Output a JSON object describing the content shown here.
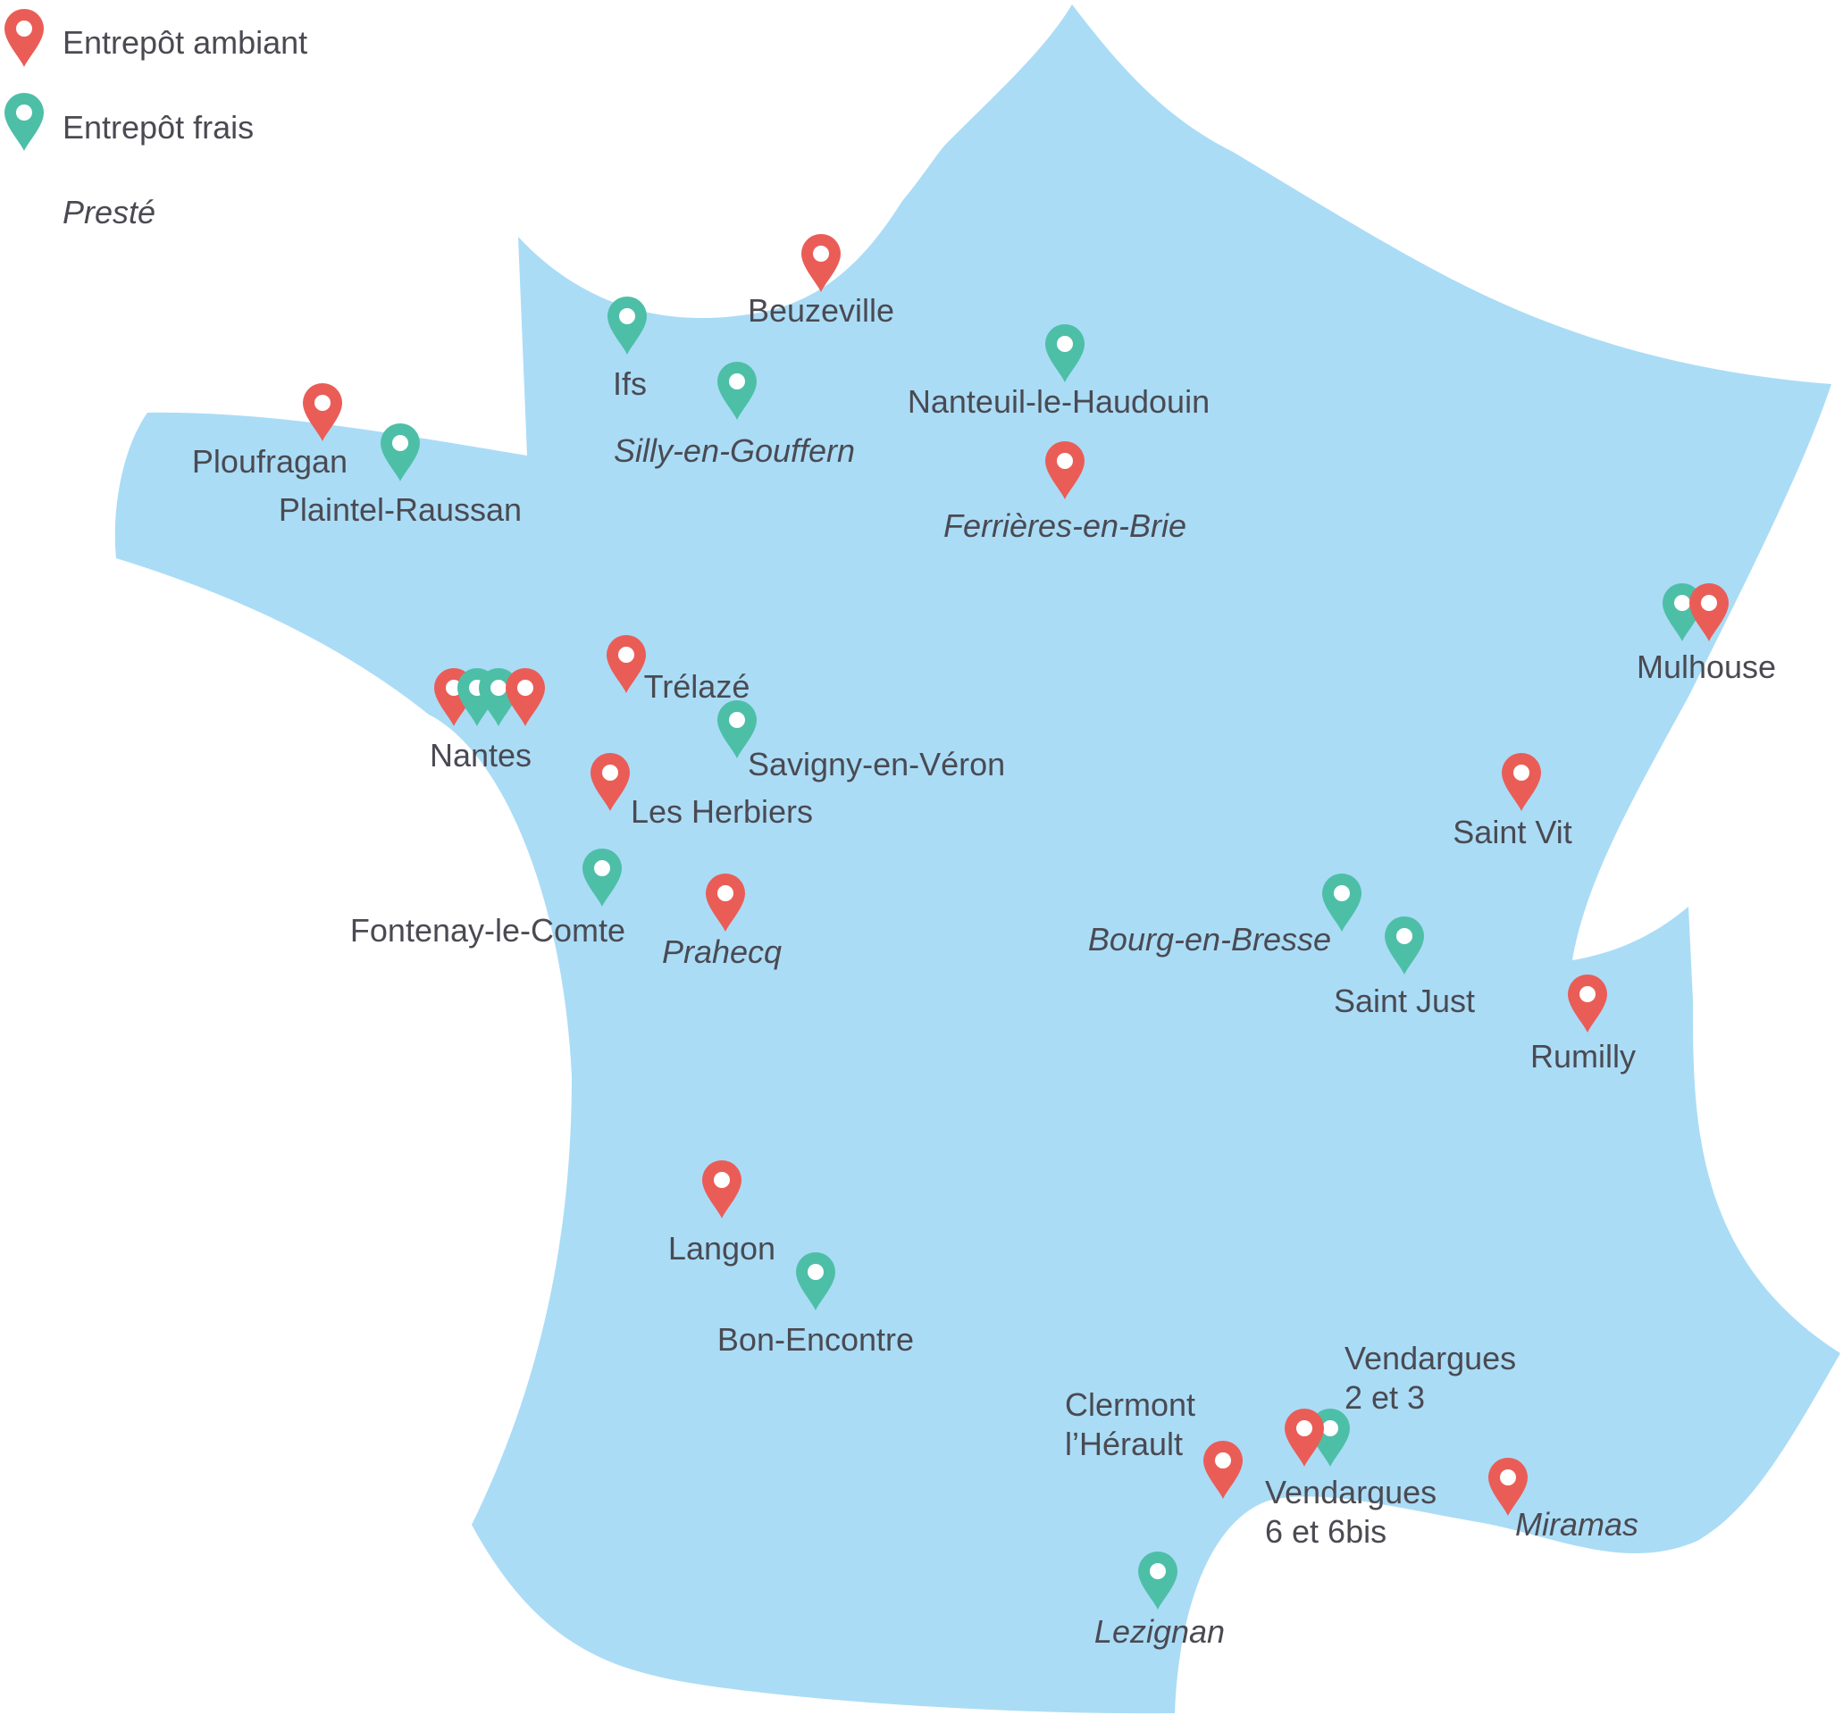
{
  "colors": {
    "land": "#aadcf6",
    "ambient": "#ea5d57",
    "fresh": "#4dbfa7",
    "text": "#4a4a52"
  },
  "legend": {
    "ambient_label": "Entrepôt ambiant",
    "fresh_label": "Entrepôt frais",
    "preste_label": "Presté"
  },
  "locations": [
    {
      "id": "beuzeville",
      "name": "Beuzeville",
      "type": "ambient",
      "preste": false
    },
    {
      "id": "ifs",
      "name": "Ifs",
      "type": "fresh",
      "preste": false
    },
    {
      "id": "silly",
      "name": "Silly-en-Gouffern",
      "type": "fresh",
      "preste": true
    },
    {
      "id": "nanteuil",
      "name": "Nanteuil-le-Haudouin",
      "type": "fresh",
      "preste": false
    },
    {
      "id": "ferrieres",
      "name": "Ferrières-en-Brie",
      "type": "ambient",
      "preste": true
    },
    {
      "id": "ploufragan",
      "name": "Ploufragan",
      "type": "ambient",
      "preste": false
    },
    {
      "id": "plaintel",
      "name": "Plaintel-Raussan",
      "type": "fresh",
      "preste": false
    },
    {
      "id": "mulhouse",
      "name": "Mulhouse",
      "type": "fresh+ambient",
      "preste": false
    },
    {
      "id": "trelaze",
      "name": "Trélazé",
      "type": "ambient",
      "preste": false
    },
    {
      "id": "nantes",
      "name": "Nantes",
      "type": "ambient x2 + fresh x2",
      "preste": false
    },
    {
      "id": "savigny",
      "name": "Savigny-en-Véron",
      "type": "fresh",
      "preste": false
    },
    {
      "id": "herbiers",
      "name": "Les Herbiers",
      "type": "ambient",
      "preste": false
    },
    {
      "id": "saintvit",
      "name": "Saint Vit",
      "type": "ambient",
      "preste": false
    },
    {
      "id": "fontenay",
      "name": "Fontenay-le-Comte",
      "type": "fresh",
      "preste": false
    },
    {
      "id": "prahecq",
      "name": "Prahecq",
      "type": "ambient",
      "preste": true
    },
    {
      "id": "bourg",
      "name": "Bourg-en-Bresse",
      "type": "fresh",
      "preste": true
    },
    {
      "id": "saintjust",
      "name": "Saint Just",
      "type": "fresh",
      "preste": false
    },
    {
      "id": "rumilly",
      "name": "Rumilly",
      "type": "ambient",
      "preste": false
    },
    {
      "id": "langon",
      "name": "Langon",
      "type": "ambient",
      "preste": false
    },
    {
      "id": "bonencontre",
      "name": "Bon-Encontre",
      "type": "fresh",
      "preste": false
    },
    {
      "id": "clermont",
      "name_lines": [
        "Clermont",
        "l’Hérault"
      ],
      "type": "ambient",
      "preste": false
    },
    {
      "id": "vendargues23",
      "name_lines": [
        "Vendargues",
        "2 et 3"
      ],
      "type": "fresh",
      "preste": false
    },
    {
      "id": "vendargues6",
      "name_lines": [
        "Vendargues",
        "6 et 6bis"
      ],
      "type": "ambient",
      "preste": false
    },
    {
      "id": "miramas",
      "name": "Miramas",
      "type": "ambient",
      "preste": true
    },
    {
      "id": "lezignan",
      "name": "Lezignan",
      "type": "fresh",
      "preste": true
    }
  ]
}
